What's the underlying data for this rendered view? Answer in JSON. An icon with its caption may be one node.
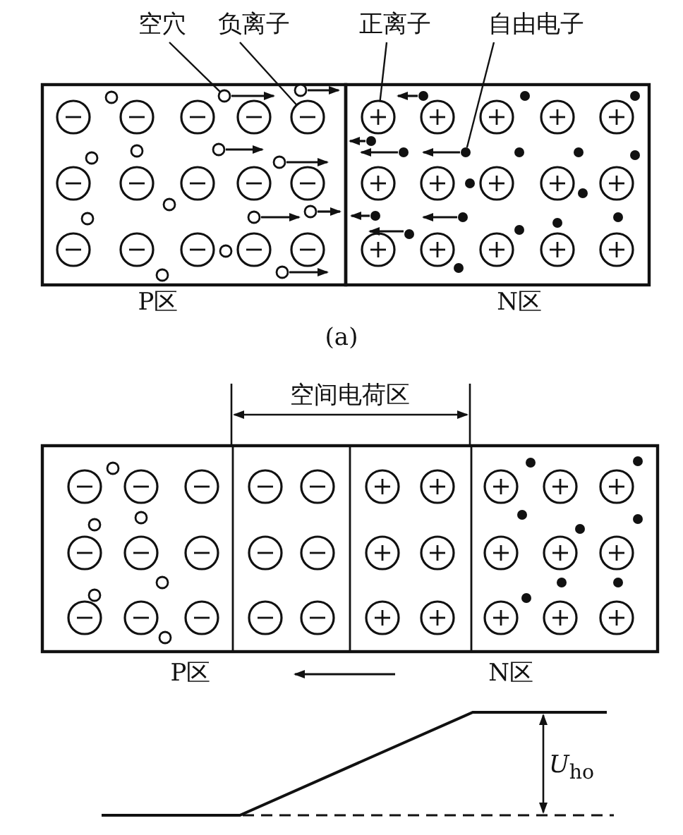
{
  "diagram": {
    "nodes": [
      {
        "text": [
          "空穴"
        ]
      },
      {
        "text": [
          "负离子"
        ]
      },
      {
        "text": [
          "正离子"
        ]
      },
      {
        "text": [
          "自由电子"
        ]
      },
      {
        "text": [],
        "shape": "circle"
      },
      {
        "text": [],
        "shape": "circle"
      },
      {
        "text": [],
        "shape": "circle"
      },
      {
        "text": [],
        "shape": "circle"
      }
    ],
    "edges": [
      {
        "from": 0,
        "to": 4,
        "arrow": "none"
      },
      {
        "from": 1,
        "to": 5,
        "arrow": "none"
      },
      {
        "from": 2,
        "to": 6,
        "arrow": "none"
      },
      {
        "from": 3,
        "to": 7,
        "arrow": "none"
      }
    ],
    "labels": [
      "P区",
      "N区",
      "(a)",
      "空间电荷区",
      "P区",
      "N区",
      "*U*$_{ho}$"
    ]
  }
}
